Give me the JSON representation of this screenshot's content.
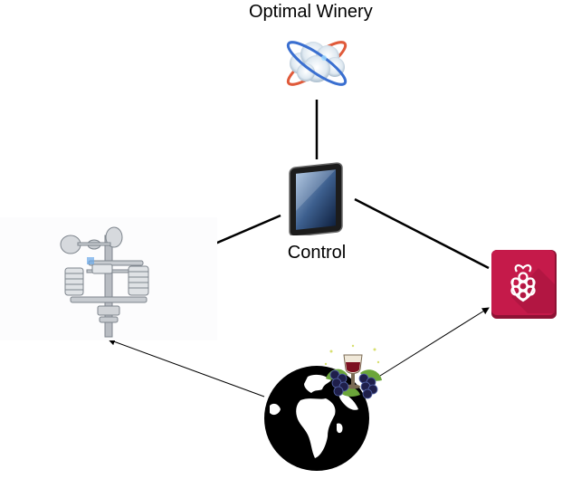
{
  "diagram": {
    "title": "Optimal Winery",
    "nodes": {
      "cloud": {
        "icon": "cloud-orbit-icon"
      },
      "tablet": {
        "label": "Control",
        "icon": "tablet-icon"
      },
      "weather_station": {
        "icon": "weather-station-icon"
      },
      "raspberry_pi": {
        "icon": "raspberry-pi-icon",
        "color": "#c51a4a"
      },
      "globe": {
        "icon": "globe-icon"
      },
      "grapes": {
        "icon": "grapes-wine-icon"
      }
    },
    "edges": [
      {
        "from": "cloud",
        "to": "tablet",
        "style": "line"
      },
      {
        "from": "tablet",
        "to": "weather_station",
        "style": "line"
      },
      {
        "from": "tablet",
        "to": "raspberry_pi",
        "style": "line"
      },
      {
        "from": "globe",
        "to": "weather_station",
        "style": "arrow"
      },
      {
        "from": "globe",
        "to": "raspberry_pi",
        "style": "arrow"
      }
    ]
  }
}
